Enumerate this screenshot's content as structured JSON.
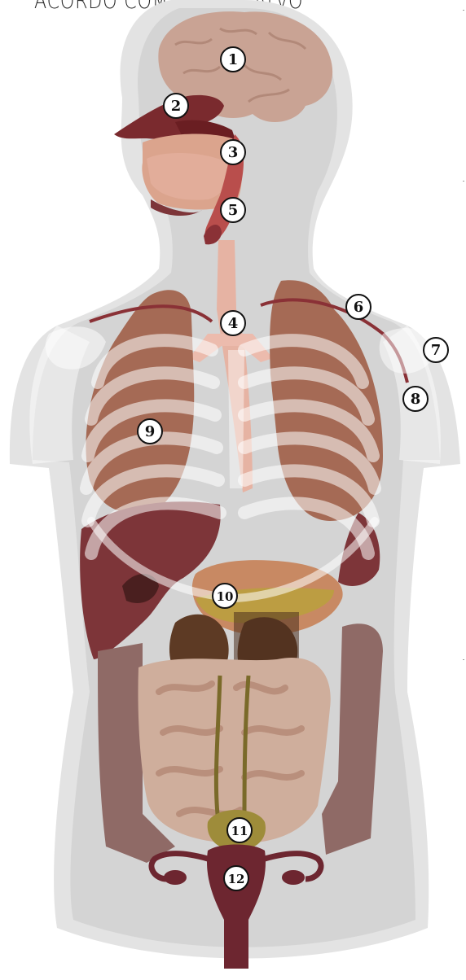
{
  "header": {
    "title": "ACORDO COM O SÍTIO-ALVO"
  },
  "markers": [
    "1",
    "2",
    "3",
    "5",
    "4",
    "6",
    "7",
    "8",
    "9",
    "10",
    "11",
    "12"
  ],
  "colors": {
    "body_silhouette": "#d9d9d9",
    "brain": "#c9a394",
    "nasal": "#7a2a2e",
    "oral": "#dba48d",
    "trachea": "#e6b3a3",
    "lung": "#a56a55",
    "liver": "#7d3539",
    "stomach": "#c88963",
    "kidney": "#5d3a24",
    "intestine": "#cfae9c",
    "colon": "#8f6a66",
    "bladder": "#9e8c3a",
    "uterus": "#6d2630",
    "ribs": "#ffffff",
    "marker_fill": "#ffffff",
    "marker_stroke": "#111111"
  }
}
